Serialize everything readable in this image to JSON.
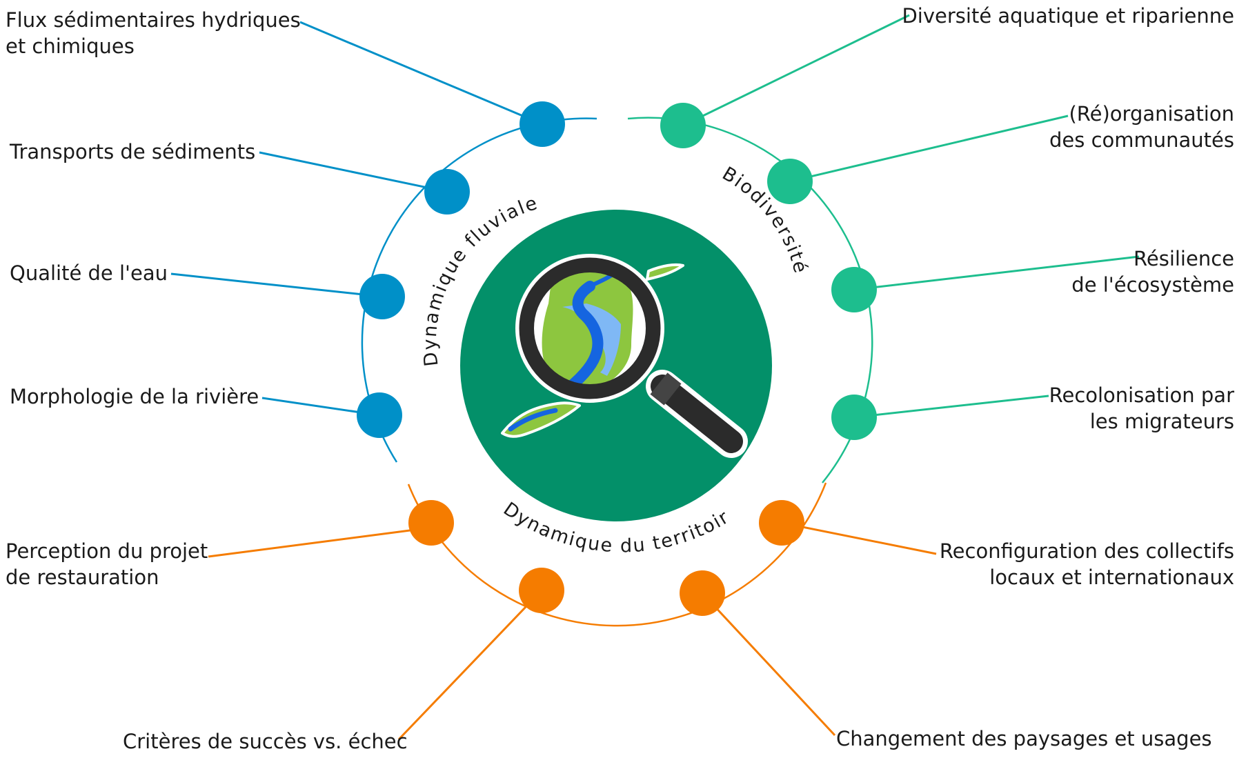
{
  "center": {
    "arc_titles": {
      "blue": "Dynamique fluviale",
      "green": "Biodiversité",
      "orange": "Dynamique du territoire"
    },
    "icon": "magnifying-glass-over-river-icon"
  },
  "colors": {
    "blue": "#0090C8",
    "green": "#1DBE8E",
    "orange": "#F57C00",
    "center_disc": "#039069"
  },
  "labels": {
    "flux": [
      "Flux sédimentaires hydriques",
      "et chimiques"
    ],
    "transports": [
      "Transports de sédiments"
    ],
    "qualite": [
      "Qualité de l'eau"
    ],
    "morphologie": [
      "Morphologie de la rivière"
    ],
    "diversite": [
      "Diversité aquatique et riparienne"
    ],
    "reorganisation": [
      "(Ré)organisation",
      "des communautés"
    ],
    "resilience": [
      "Résilience",
      "de l'écosystème"
    ],
    "recolonisation": [
      "Recolonisation par",
      "les migrateurs"
    ],
    "perception": [
      "Perception du projet",
      "de restauration"
    ],
    "criteres": [
      "Critères de succès vs. échec"
    ],
    "reconfiguration": [
      "Reconfiguration des collectifs",
      "locaux et internationaux"
    ],
    "changement": [
      "Changement des paysages et usages"
    ]
  }
}
